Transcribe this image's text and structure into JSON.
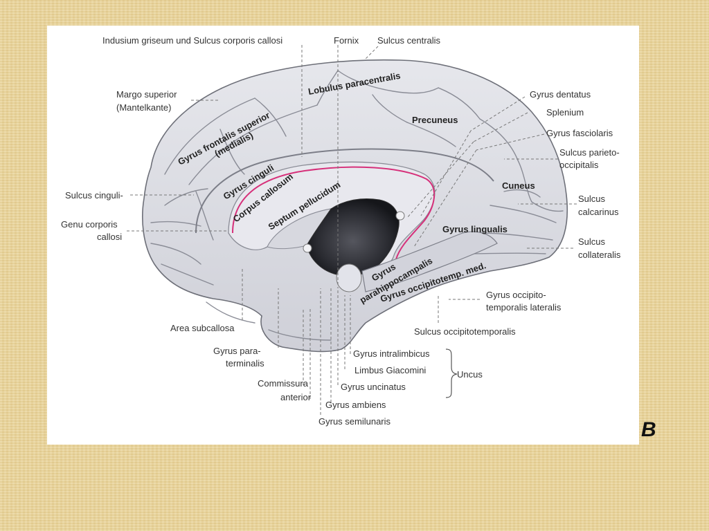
{
  "figure_letter": "B",
  "brain_labels": {
    "gyrus_frontalis_superior": "Gyrus frontalis superior",
    "medialis": "(medialis)",
    "lobulus_paracentralis": "Lobulus paracentralis",
    "precuneus": "Precuneus",
    "gyrus_cinguli": "Gyrus cinguli",
    "corpus_callosum": "Corpus callosum",
    "septum_pellucidum": "Septum pellucidum",
    "cuneus": "Cuneus",
    "gyrus_lingualis": "Gyrus lingualis",
    "gyrus": "Gyrus",
    "parahippocampalis": "parahippocampalis",
    "gyrus_occipitotemp_med": "Gyrus occipitotemp. med."
  },
  "leaders": {
    "indusium": "Indusium griseum und Sulcus corporis callosi",
    "fornix": "Fornix",
    "sulcus_centralis": "Sulcus centralis",
    "margo_superior": "Margo superior",
    "mantelkante": "(Mantelkante)",
    "sulcus_cinguli": "Sulcus cinguli-",
    "genu_1": "Genu corporis",
    "genu_2": "callosi",
    "gyrus_dentatus": "Gyrus dentatus",
    "splenium": "Splenium",
    "gyrus_fasciolaris": "Gyrus fasciolaris",
    "sulcus_parieto_1": "Sulcus parieto-",
    "sulcus_parieto_2": "occipitalis",
    "sulcus_calcarinus_1": "Sulcus",
    "sulcus_calcarinus_2": "calcarinus",
    "sulcus_collateralis_1": "Sulcus",
    "sulcus_collateralis_2": "collateralis",
    "gyrus_ot_lat_1": "Gyrus occipito-",
    "gyrus_ot_lat_2": "temporalis lateralis",
    "sulcus_occipitotemporalis": "Sulcus occipitotemporalis",
    "area_subcallosa": "Area subcallosa",
    "gyrus_paraterminalis_1": "Gyrus para-",
    "gyrus_paraterminalis_2": "terminalis",
    "commissura_1": "Commissura",
    "commissura_2": "anterior",
    "gyrus_intralimbicus": "Gyrus intralimbicus",
    "limbus_giacomini": "Limbus Giacomini",
    "gyrus_uncinatus": "Gyrus uncinatus",
    "gyrus_ambiens": "Gyrus ambiens",
    "gyrus_semilunaris": "Gyrus semilunaris",
    "uncus": "Uncus"
  },
  "colors": {
    "background": "#e9d49a",
    "brain_fill": "#dcdde4",
    "gyrus_line": "#8a8c96",
    "corpus_callosum_fill": "#e8e8ee",
    "highlight": "#d6307a",
    "ventricle": "#1e1f24"
  }
}
